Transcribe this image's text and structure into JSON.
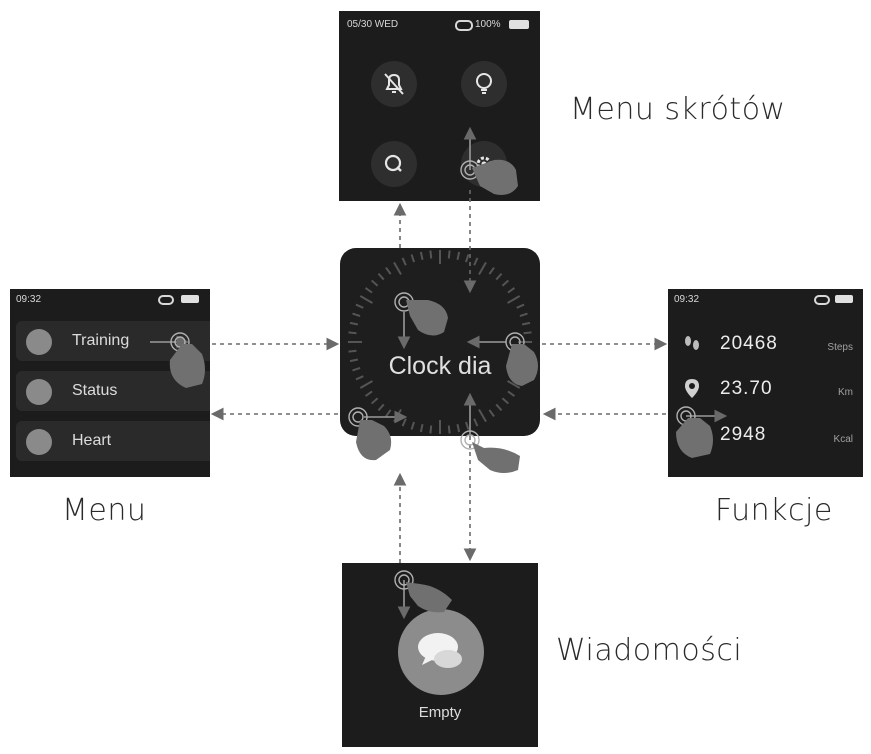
{
  "quick_menu": {
    "status_left": "05/30 WED",
    "status_right": "100%",
    "icons": [
      "bell-off-icon",
      "bulb-icon",
      "search-icon",
      "settings-icon"
    ],
    "caption": "Menu skrótów"
  },
  "menu": {
    "status_time": "09:32",
    "items": [
      {
        "label": "Training",
        "icon": "running-icon"
      },
      {
        "label": "Status",
        "icon": "activity-icon"
      },
      {
        "label": "Heart",
        "icon": "heart-icon"
      }
    ],
    "caption": "Menu"
  },
  "clock": {
    "label": "Clock dia"
  },
  "functions": {
    "status_time": "09:32",
    "rows": [
      {
        "value": "20468",
        "unit": "Steps",
        "icon": "footsteps-icon"
      },
      {
        "value": "23.70",
        "unit": "Km",
        "icon": "location-pin-icon"
      },
      {
        "value": "2948",
        "unit": "Kcal",
        "icon": "flame-icon"
      }
    ],
    "caption": "Funkcje"
  },
  "messages": {
    "empty_label": "Empty",
    "icon": "chat-bubble-icon",
    "caption": "Wiadomości"
  },
  "colors": {
    "screen_bg": "#1c1c1c",
    "text_light": "#e8e8e8",
    "arrow": "#6a6a6a",
    "hand": "#707070"
  }
}
